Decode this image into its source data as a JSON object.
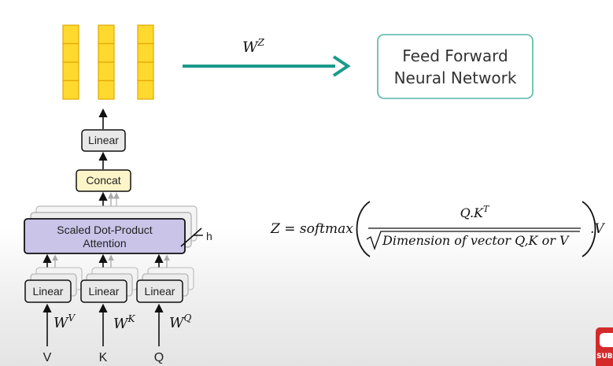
{
  "diagram": {
    "linear_top": "Linear",
    "concat": "Concat",
    "attention_line1": "Scaled Dot-Product",
    "attention_line2": "Attention",
    "heads_label": "h",
    "linear_bottom": [
      "Linear",
      "Linear",
      "Linear"
    ],
    "weights": [
      {
        "base": "W",
        "sup": "V"
      },
      {
        "base": "W",
        "sup": "K"
      },
      {
        "base": "W",
        "sup": "Q"
      }
    ],
    "inputs": [
      "V",
      "K",
      "Q"
    ]
  },
  "output_weight": {
    "base": "W",
    "sup": "Z"
  },
  "ffn": {
    "line1": "Feed Forward",
    "line2": "Neural Network"
  },
  "formula": {
    "lhs": "Z = softmax",
    "numerator": "Q.K",
    "numerator_sup": "T",
    "denominator": "Dimension of vector Q,K or V",
    "tail": ".V"
  },
  "badge": {
    "text": "SUBS",
    "icon": "youtube-play-icon"
  },
  "colors": {
    "cell_fill": "#ffd92e",
    "cell_stroke": "#e0a800",
    "arrow_teal": "#1a9a8a",
    "attention_fill": "#c9c4e8",
    "concat_fill": "#fdf5c9",
    "linear_fill": "#e8e8e8"
  }
}
